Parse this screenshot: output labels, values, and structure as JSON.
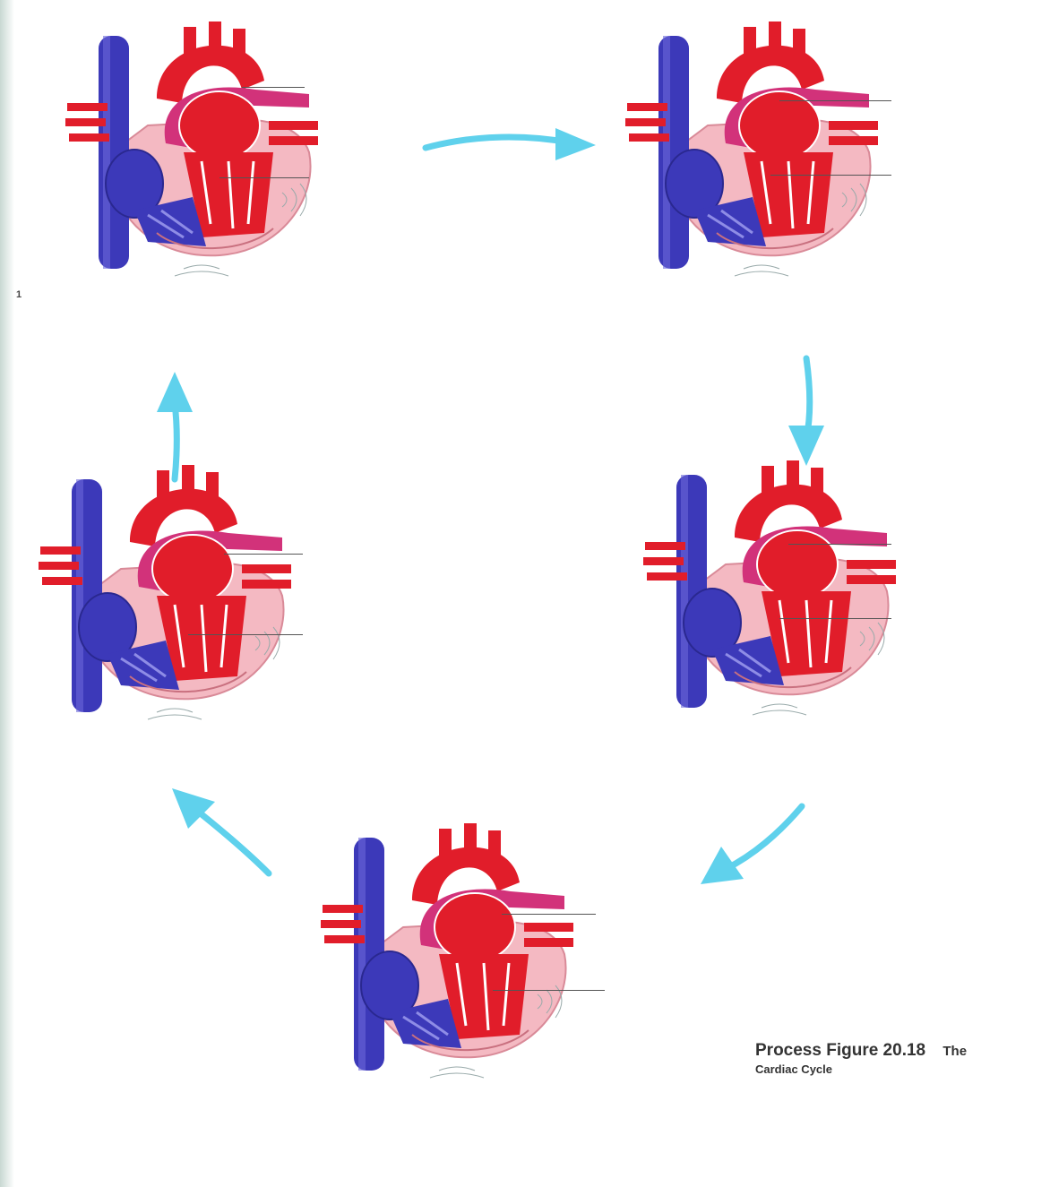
{
  "colors": {
    "arrow": "#5fd1ec",
    "vessel_blue": "#3c39b9",
    "vessel_red": "#e11d2a",
    "pink_tissue": "#f4b9c2",
    "pulmonary": "#d2327a"
  },
  "figure": {
    "title": "Process Figure 20.18",
    "title_suffix": "The",
    "subtitle": "Cardiac Cycle",
    "description": ""
  },
  "stages": [
    {
      "id": "stage-1",
      "top_label": "",
      "bottom_label": "",
      "caption_number": "1",
      "caption_text": ""
    },
    {
      "id": "stage-2",
      "top_label": "",
      "bottom_label": "",
      "caption_number": "",
      "caption_text": ""
    },
    {
      "id": "stage-3",
      "top_label": "",
      "bottom_label": "",
      "caption_number": "",
      "caption_text": ""
    },
    {
      "id": "stage-4",
      "top_label": "",
      "bottom_label": "",
      "caption_number": "",
      "caption_text": ""
    },
    {
      "id": "stage-5",
      "top_label": "",
      "bottom_label": "",
      "caption_number": "",
      "caption_text": ""
    }
  ]
}
